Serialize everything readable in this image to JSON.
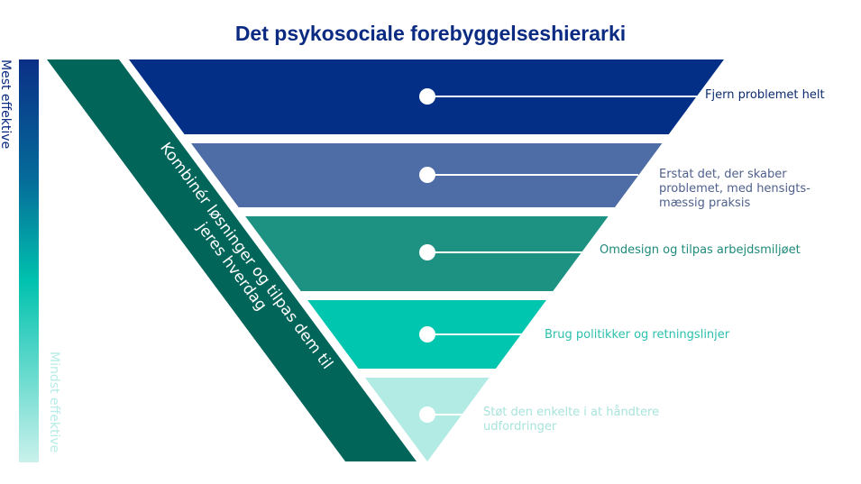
{
  "title": "Det psykosociale forebyggelseshierarki",
  "scale": {
    "top_label": "Mest effektive",
    "bottom_label": "Mindst effektive"
  },
  "band_text": "Kombinér løsninger og tilpas dem til jeres hverdag",
  "levels": [
    {
      "label": "Fjern problemet helt",
      "color": "#032f87",
      "text_color": "#0b2a6e"
    },
    {
      "label": "Erstat det, der skaber problemet, med hensigts-mæssig praksis",
      "color": "#4e6ca5",
      "text_color": "#4e5f8c"
    },
    {
      "label": "Omdesign og tilpas arbejdsmiljøet",
      "color": "#1e9282",
      "text_color": "#1e8a7a"
    },
    {
      "label": "Brug politikker og retningslinjer",
      "color": "#00c6b0",
      "text_color": "#2cc0ad"
    },
    {
      "label": "Støt den enkelte i at håndtere udfordringer",
      "color": "#b2ebe4",
      "text_color": "#a8e4dc"
    }
  ],
  "band_color": "#02655a"
}
